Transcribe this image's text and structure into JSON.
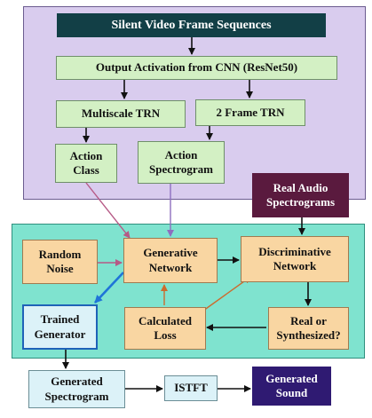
{
  "nodes": {
    "silent_video": "Silent Video Frame Sequences",
    "cnn_output": "Output Activation from CNN (ResNet50)",
    "multiscale_trn": "Multiscale TRN",
    "two_frame_trn": "2 Frame TRN",
    "action_class": "Action\nClass",
    "action_spectrogram": "Action\nSpectrogram",
    "real_audio": "Real Audio\nSpectrograms",
    "random_noise": "Random\nNoise",
    "generative_network": "Generative\nNetwork",
    "discriminative_network": "Discriminative\nNetwork",
    "trained_generator": "Trained\nGenerator",
    "calculated_loss": "Calculated\nLoss",
    "real_or_synthesized": "Real or\nSynthesized?",
    "generated_spectrogram": "Generated\nSpectrogram",
    "istft": "ISTFT",
    "generated_sound": "Generated\nSound"
  },
  "colors": {
    "feature_region": "#d9ccee",
    "gan_region": "#7fe3cf",
    "green_box": "#d3f0c4",
    "orange_box": "#f9d6a2",
    "light_blue_box": "#dcf2f8",
    "arrow_black": "#111111",
    "arrow_pink": "#b65a86",
    "arrow_purple": "#8d6fbf",
    "arrow_orange": "#cc6b2e",
    "arrow_blue": "#1f74d8"
  }
}
